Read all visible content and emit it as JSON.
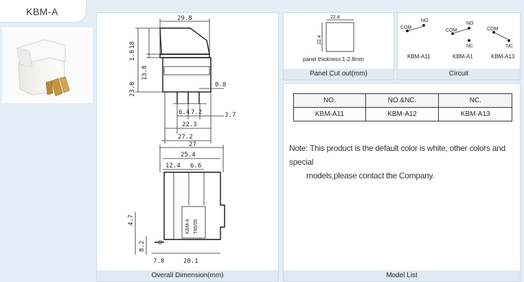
{
  "header": {
    "title": "KBM-A"
  },
  "panels": {
    "dimension": {
      "caption": "Overall Dimension(mm)"
    },
    "cutout": {
      "caption": "Panel  Cut out(mm)",
      "thickness": "panel thickness:1-2.8mm",
      "width": "22.4",
      "height": "22.4"
    },
    "circuit": {
      "caption": "Circuit",
      "items": [
        {
          "model": "KBM-A11",
          "com": "COM",
          "no": "NO",
          "nc": ""
        },
        {
          "model": "KBM-A1",
          "com": "COM",
          "no": "NO",
          "nc": "NC"
        },
        {
          "model": "KBM-A13",
          "com": "COM",
          "no": "",
          "nc": "NC"
        }
      ]
    },
    "models": {
      "caption": "Model List",
      "headers": [
        "NO.",
        "NO.&NC.",
        "NC."
      ],
      "row": [
        "KBM-A11",
        "KBM-A12",
        "KBM-A13"
      ],
      "note_line1": "Note: This product is the default color is white, other colors and special",
      "note_line2": "models,please contact the Company."
    }
  },
  "dims": {
    "top_width": "29.8",
    "h1": "18",
    "h2": "1.8",
    "h3": "13.8",
    "h4": "23.8",
    "d1": "0.8",
    "d2": "6.4",
    "d3": "7.2",
    "d4": "22.3",
    "d5": "27.2",
    "d6": "3.7",
    "w1": "27",
    "w2": "25.4",
    "w3": "12.4",
    "w4": "6.6",
    "v1": "4.7",
    "v2": "8.2",
    "v3": "7.8",
    "v4": "20.1"
  }
}
